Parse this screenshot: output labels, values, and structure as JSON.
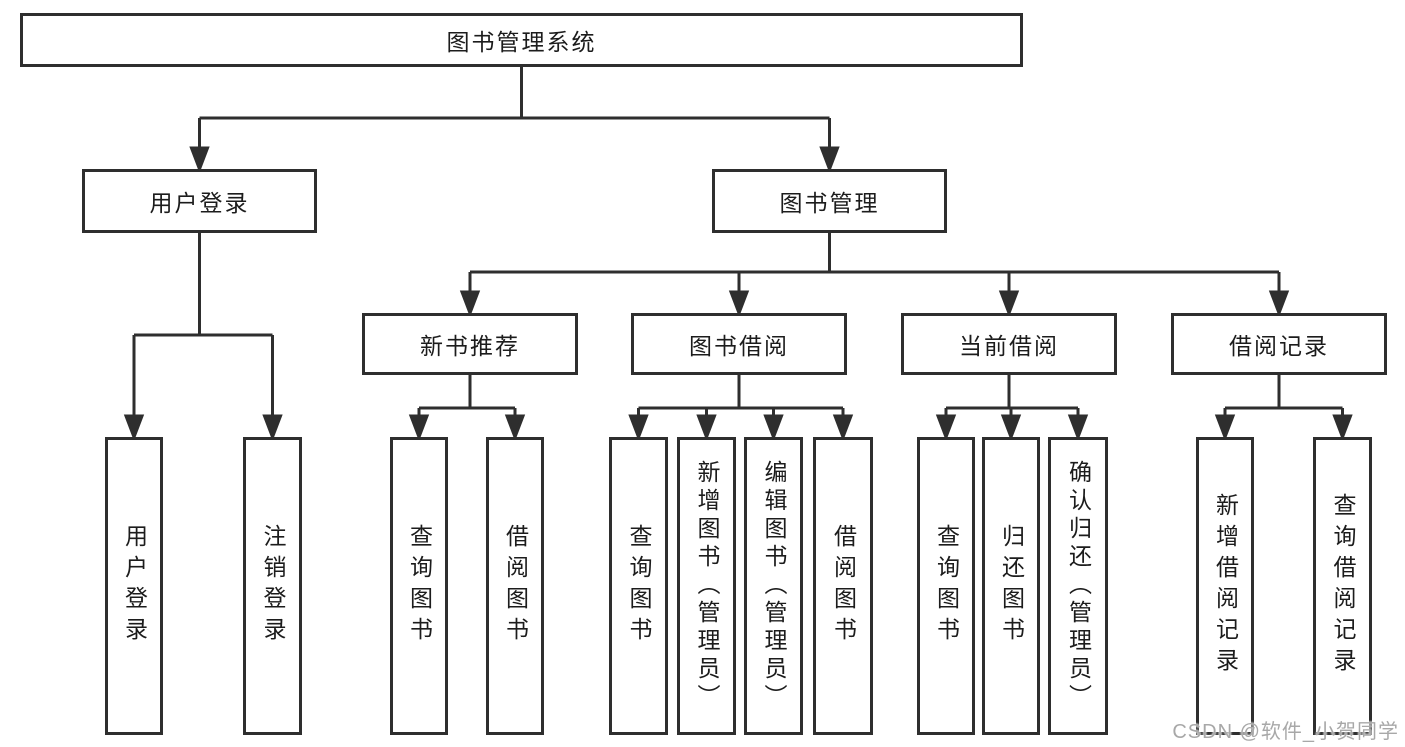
{
  "diagram": {
    "root": {
      "label": "图书管理系统"
    },
    "level1": [
      {
        "label": "用户登录"
      },
      {
        "label": "图书管理"
      }
    ],
    "level2": [
      {
        "label": "新书推荐"
      },
      {
        "label": "图书借阅"
      },
      {
        "label": "当前借阅"
      },
      {
        "label": "借阅记录"
      }
    ],
    "leaves": {
      "user_login": [
        {
          "label": "用户登录"
        },
        {
          "label": "注销登录"
        }
      ],
      "new_book_recommend": [
        {
          "label": "查询图书"
        },
        {
          "label": "借阅图书"
        }
      ],
      "book_borrow": [
        {
          "label": "查询图书"
        },
        {
          "label": "新增图书（管理员）"
        },
        {
          "label": "编辑图书（管理员）"
        },
        {
          "label": "借阅图书"
        }
      ],
      "current_borrow": [
        {
          "label": "查询图书"
        },
        {
          "label": "归还图书"
        },
        {
          "label": "确认归还（管理员）"
        }
      ],
      "borrow_records": [
        {
          "label": "新增借阅记录"
        },
        {
          "label": "查询借阅记录"
        }
      ]
    }
  },
  "watermark": {
    "text": "CSDN @软件_小贺同学"
  },
  "colors": {
    "line": "#2e2e2e",
    "box_border": "#2e2e2e",
    "text": "#1c1c1c",
    "watermark": "#a8a8a8",
    "background": "#ffffff"
  }
}
